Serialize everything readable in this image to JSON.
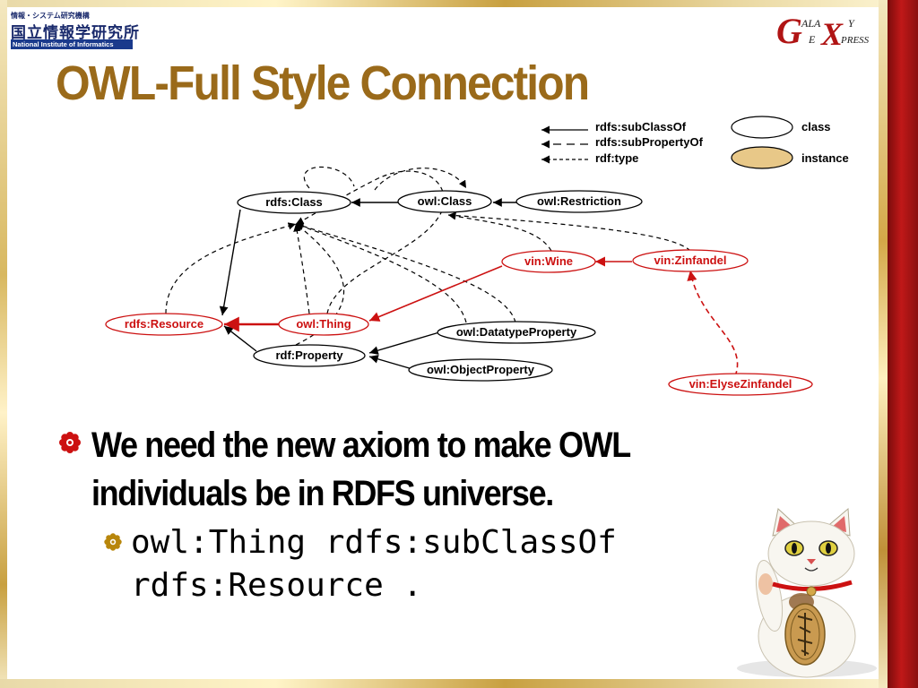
{
  "logos": {
    "nii_small": "情報・システム研究機構",
    "nii_kanji": "国立情報学研究所",
    "nii_english": "National Institute of Informatics",
    "gx_letters": [
      "G",
      "ALA",
      "X",
      "Y",
      "E",
      "PRESS"
    ]
  },
  "title": "OWL-Full Style Connection",
  "legend": {
    "subclass": "rdfs:subClassOf",
    "subproperty": "rdfs:subPropertyOf",
    "type": "rdf:type",
    "class": "class",
    "instance": "instance"
  },
  "nodes": {
    "rdfs_class": "rdfs:Class",
    "owl_class": "owl:Class",
    "owl_restriction": "owl:Restriction",
    "vin_wine": "vin:Wine",
    "vin_zinfandel": "vin:Zinfandel",
    "rdfs_resource": "rdfs:Resource",
    "owl_thing": "owl:Thing",
    "owl_datatype_property": "owl:DatatypeProperty",
    "rdf_property": "rdf:Property",
    "owl_object_property": "owl:ObjectProperty",
    "vin_elyse_zinfandel": "vin:ElyseZinfandel"
  },
  "bullet": "We need the new axiom to make OWL individuals be in RDFS universe.",
  "sub_bullet": "owl:Thing rdfs:subClassOf\nrdfs:Resource .",
  "colors": {
    "title": "#9a6a1a",
    "highlight_red": "#cc1111",
    "instance_fill": "#e8c888",
    "frame_red": "#b01414",
    "frame_gold": "#d4a848"
  },
  "icons": {
    "bullet": "flower-bullet-icon",
    "sub_bullet": "sun-bullet-icon",
    "mascot": "maneki-neko-cat"
  }
}
